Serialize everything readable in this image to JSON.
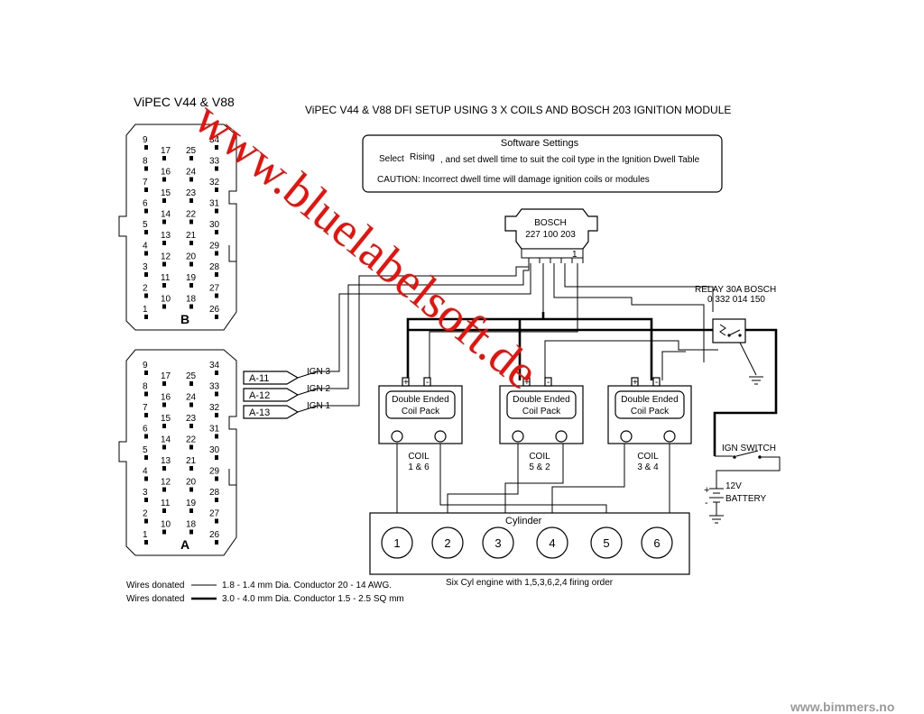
{
  "connector_title": "ViPEC V44 & V88",
  "diagram_title": "ViPEC V44 & V88 DFI SETUP USING 3 X COILS AND BOSCH 203 IGNITION MODULE",
  "software_settings": {
    "heading": "Software Settings",
    "line1_select": "Select",
    "line1_value": "Rising",
    "line1_rest": ", and set dwell time to suit  the coil type in the Ignition Dwell Table",
    "line2": "CAUTION: Incorrect dwell time will damage ignition coils or modules"
  },
  "connectors": {
    "pins_left": [
      "9",
      "8",
      "7",
      "6",
      "5",
      "4",
      "3",
      "2",
      "1"
    ],
    "pins_mid1": [
      "17",
      "16",
      "15",
      "14",
      "13",
      "12",
      "11",
      "10"
    ],
    "pins_mid2": [
      "25",
      "24",
      "23",
      "22",
      "21",
      "20",
      "19",
      "18"
    ],
    "pins_right": [
      "34",
      "33",
      "32",
      "31",
      "30",
      "29",
      "28",
      "27",
      "26"
    ],
    "b_label": "B",
    "a_label": "A"
  },
  "pins": {
    "a11": "A-11",
    "a12": "A-12",
    "a13": "A-13"
  },
  "ign": {
    "ign3": "IGN 3",
    "ign2": "IGN 2",
    "ign1": "IGN 1"
  },
  "module": {
    "line1": "BOSCH",
    "line2": "227 100 203",
    "pin": "1"
  },
  "relay": {
    "line1": "RELAY 30A  BOSCH",
    "line2": "0 332 014 150"
  },
  "coils": {
    "pack_line1": "Double Ended",
    "pack_line2": "Coil Pack",
    "plus": "+",
    "minus": "-",
    "label": "COIL",
    "c1": "1 & 6",
    "c2": "5 & 2",
    "c3": "3 & 4"
  },
  "cylinder": {
    "label": "Cylinder",
    "numbers": [
      "1",
      "2",
      "3",
      "4",
      "5",
      "6"
    ]
  },
  "engine_caption": "Six Cyl engine with 1,5,3,6,2,4 firing order",
  "ign_switch": "IGN SWITCH",
  "battery": {
    "voltage": "12V",
    "label": "BATTERY",
    "plus": "+",
    "minus": "-"
  },
  "legend": {
    "row1_label": "Wires donated",
    "row1_text": "1.8 - 1.4 mm Dia. Conductor 20 - 14 AWG.",
    "row2_label": "Wires donated",
    "row2_text": "3.0 - 4.0 mm Dia. Conductor 1.5 - 2.5 SQ mm"
  },
  "watermark": "www.bluelabelsoft.de",
  "credit": "www.bimmers.no"
}
